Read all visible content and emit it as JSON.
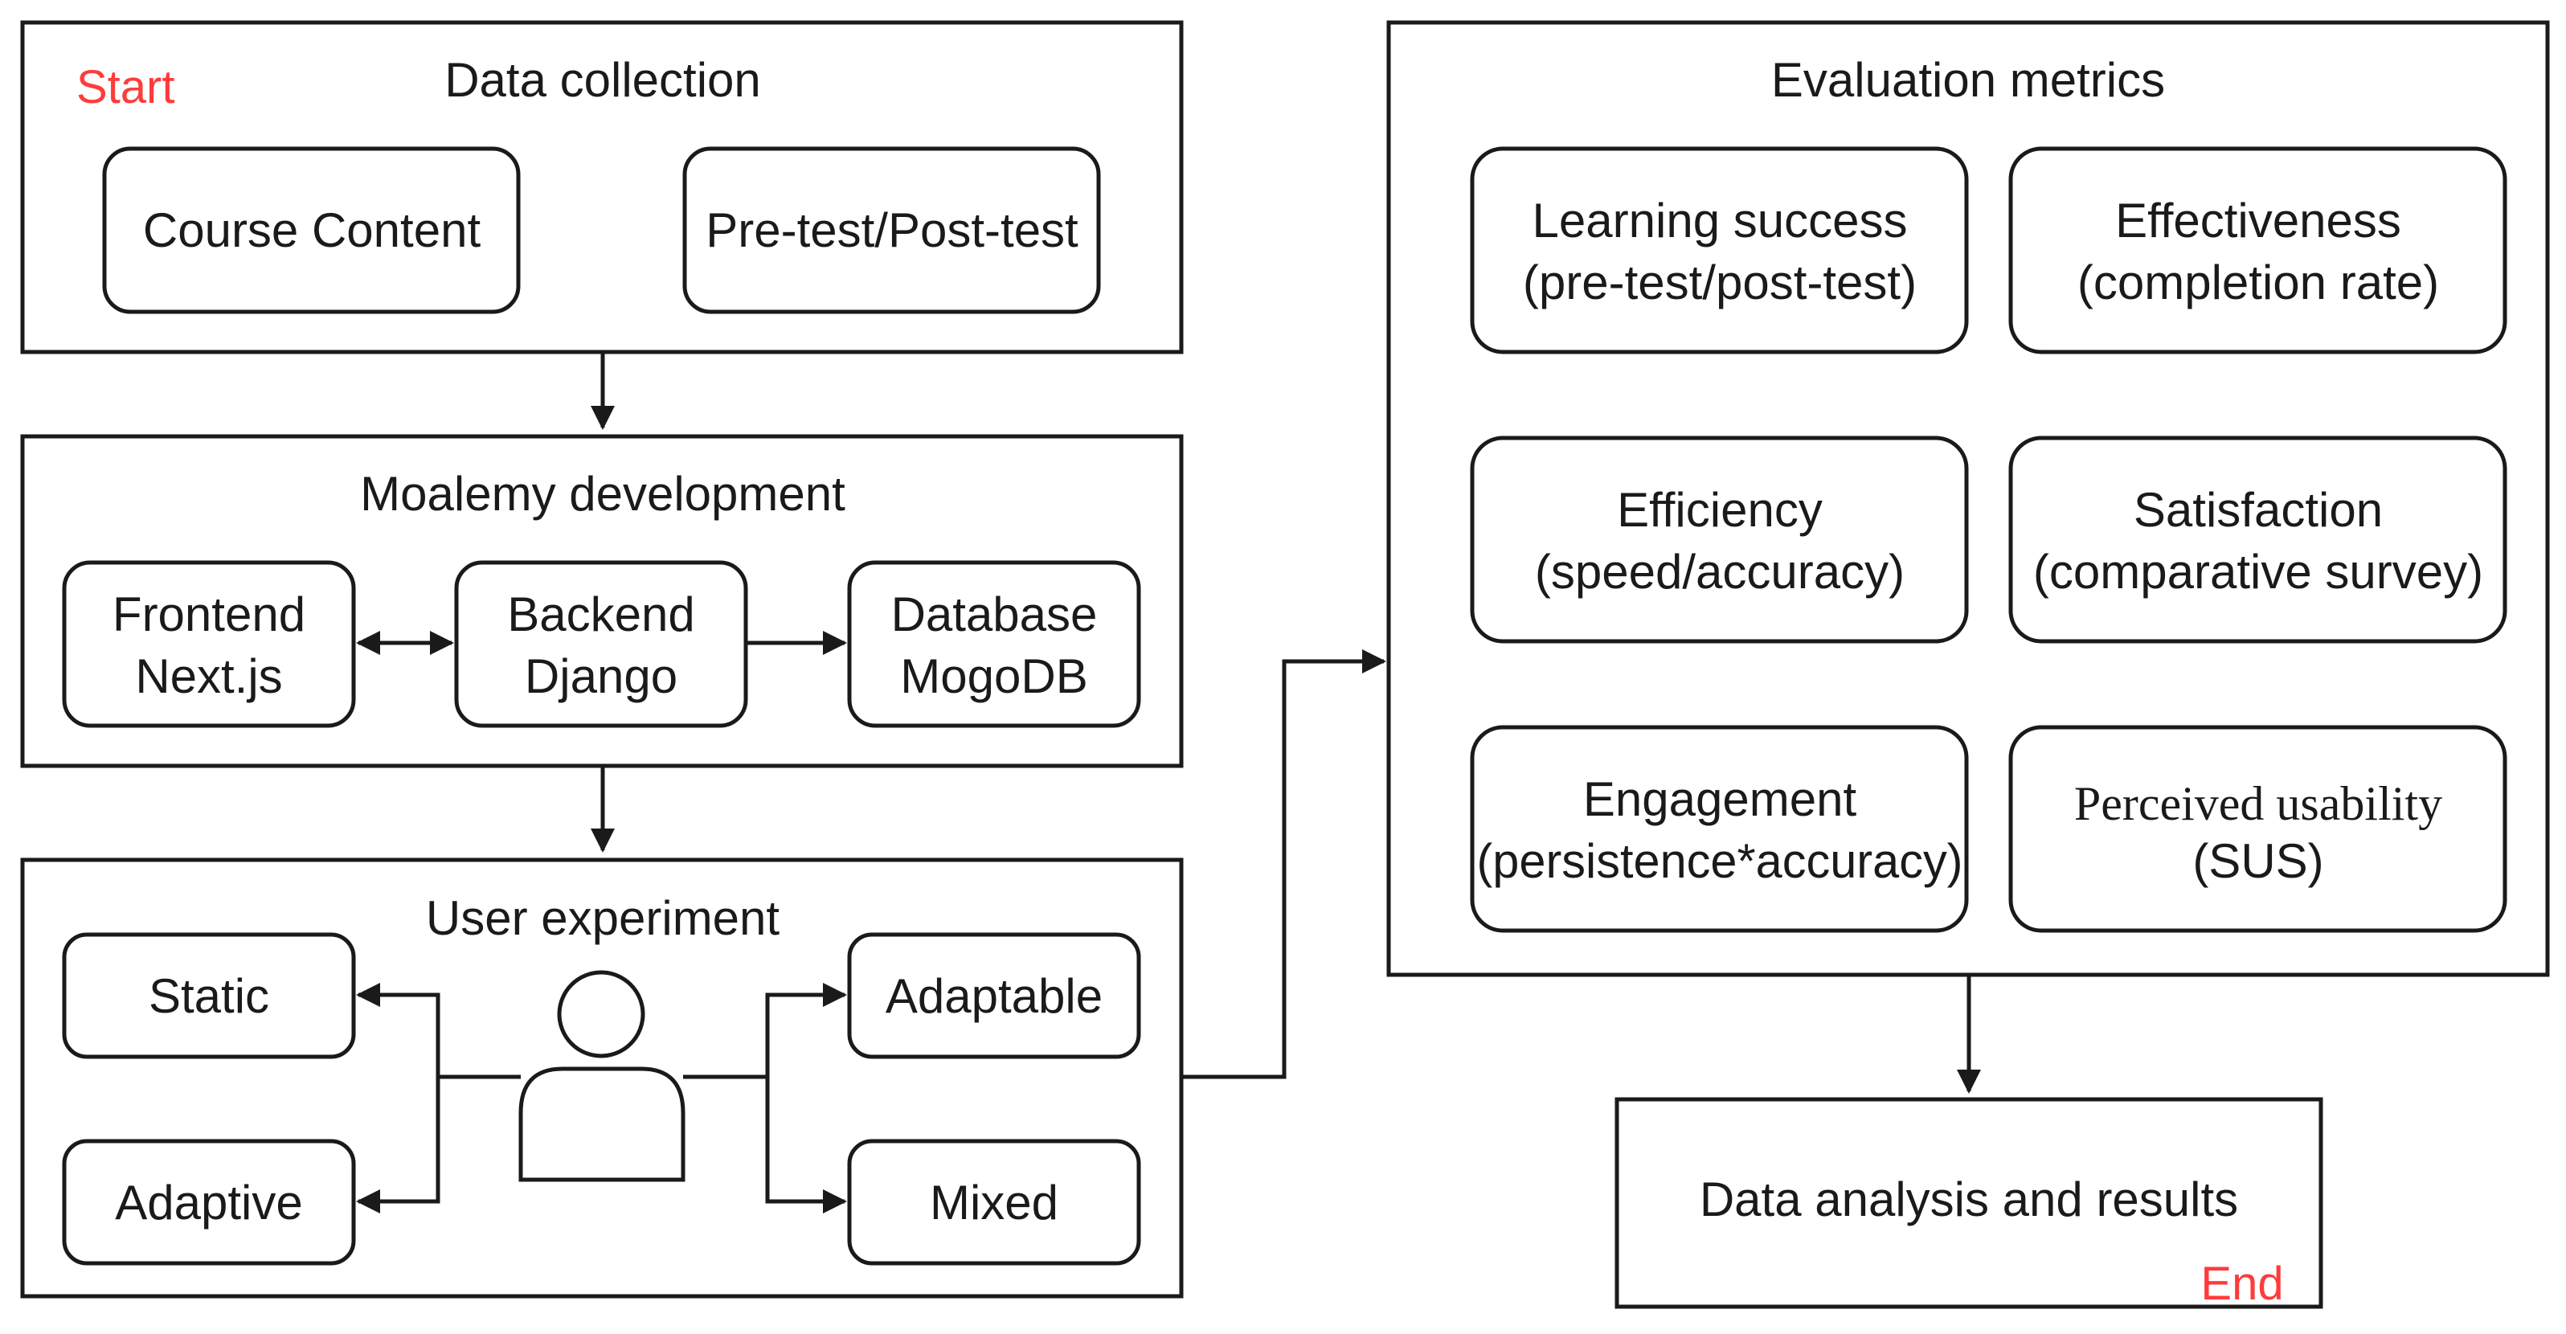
{
  "start_label": "Start",
  "end_label": "End",
  "data_collection": {
    "title": "Data collection",
    "items": [
      "Course Content",
      "Pre-test/Post-test"
    ]
  },
  "development": {
    "title": "Moalemy development",
    "frontend": [
      "Frontend",
      "Next.js"
    ],
    "backend": [
      "Backend",
      "Django"
    ],
    "database": [
      "Database",
      "MogoDB"
    ]
  },
  "experiment": {
    "title": "User experiment",
    "conditions": {
      "static": "Static",
      "adaptive": "Adaptive",
      "adaptable": "Adaptable",
      "mixed": "Mixed"
    },
    "participant_icon": "person-icon"
  },
  "evaluation": {
    "title": "Evaluation metrics",
    "metrics": [
      {
        "line1": "Learning success",
        "line2": "(pre-test/post-test)"
      },
      {
        "line1": "Effectiveness",
        "line2": "(completion rate)"
      },
      {
        "line1": "Efficiency",
        "line2": "(speed/accuracy)"
      },
      {
        "line1": "Satisfaction",
        "line2": "(comparative survey)"
      },
      {
        "line1": "Engagement",
        "line2": "(persistence*accuracy)"
      },
      {
        "line1": "Perceived usability",
        "line2": "(SUS)"
      }
    ]
  },
  "results": {
    "label": "Data analysis and results"
  },
  "colors": {
    "stroke": "#1a1a1a",
    "accent_red": "#ff3b3b",
    "background": "#ffffff"
  }
}
